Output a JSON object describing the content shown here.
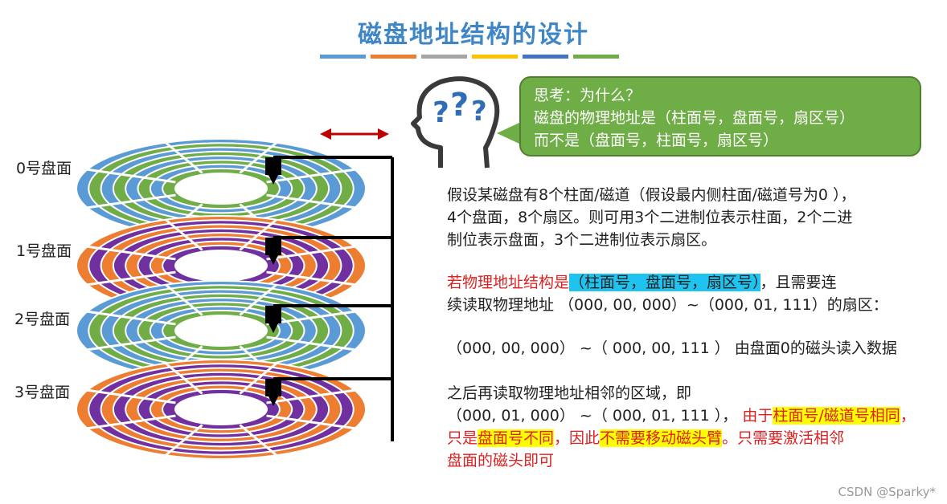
{
  "title": "磁盘地址结构的设计",
  "stripe_colors": [
    "#5b9bd5",
    "#ed7d31",
    "#a5a5a5",
    "#ffc000",
    "#4472c4",
    "#70ad47"
  ],
  "disks": [
    {
      "label": "0号盘面",
      "colors": [
        "#5b9bd5",
        "#70ad47"
      ]
    },
    {
      "label": "1号盘面",
      "colors": [
        "#ed7d31",
        "#7030a0"
      ]
    },
    {
      "label": "2号盘面",
      "colors": [
        "#5b9bd5",
        "#70ad47"
      ]
    },
    {
      "label": "3号盘面",
      "colors": [
        "#ed7d31",
        "#7030a0"
      ]
    }
  ],
  "bubble": {
    "line1": "思考：为什么？",
    "line2": "磁盘的物理地址是（柱面号，盘面号，扇区号）",
    "line3": "而不是（盘面号，柱面号，扇区号）"
  },
  "para1": {
    "line1": "假设某磁盘有8个柱面/磁道（假设最内侧柱面/磁道号为0 ），",
    "line2": "4个盘面，8个扇区。则可用3个二进制位表示柱面，2个二进",
    "line3": "制位表示盘面，3个二进制位表示扇区。"
  },
  "para2": {
    "red_prefix": "若物理地址结构是",
    "highlight": "（柱面号，盘面号，扇区号）",
    "suffix": "，且需要连",
    "line2": "续读取物理地址 （000, 00, 000）~（000, 01, 111）的扇区："
  },
  "para3": "（000, 00, 000） ~（ 000, 00, 111 ） 由盘面0的磁头读入数据",
  "para4": {
    "line1": "之后再读取物理地址相邻的区域，即",
    "line2_plain": "（000, 01, 000） ~（ 000, 01, 111 ），",
    "line2_red": " 由于",
    "line2_hl": "柱面号/磁道号相同",
    "line2_end": "，",
    "line3_red1": "只是",
    "line3_hl1": "盘面号不同",
    "line3_red2": "，因此",
    "line3_hl2": "不需要移动磁头臂",
    "line3_red3": "。只需要激活相邻",
    "line4": "盘面的磁头即可"
  },
  "watermark": "CSDN @Sparky*"
}
